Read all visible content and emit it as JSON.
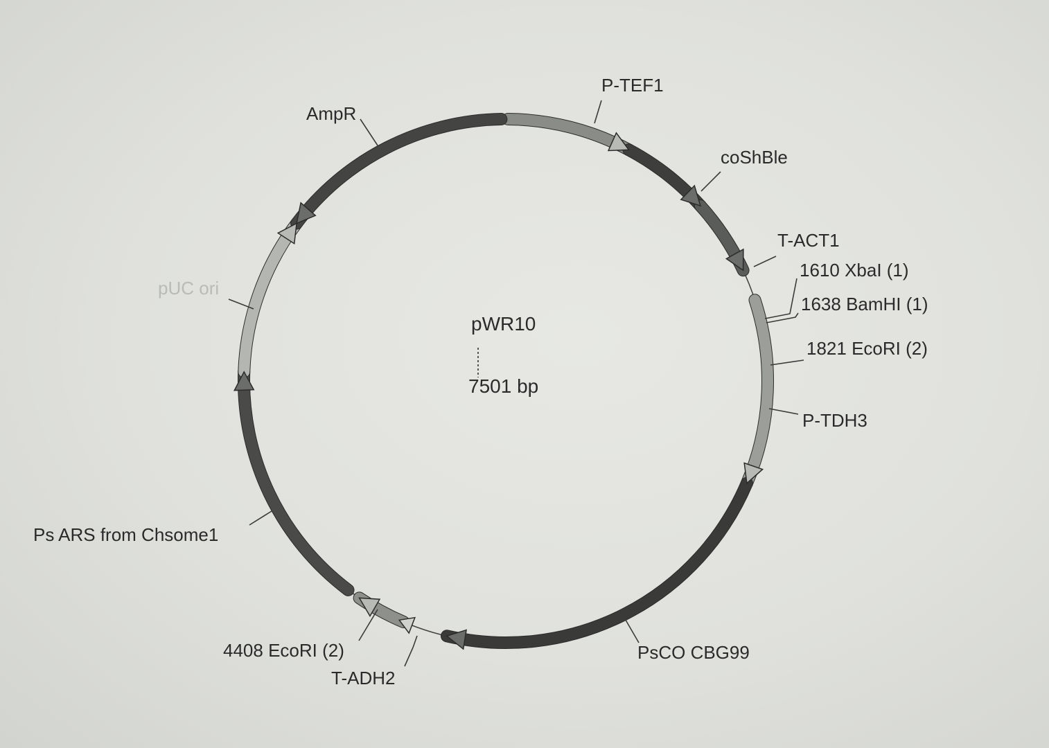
{
  "plasmid": {
    "name": "pWR10",
    "size": "7501 bp"
  },
  "features": [
    {
      "label": "P-TEF1",
      "color": "#8a8c88",
      "faint": false
    },
    {
      "label": "coShBle",
      "color": "#3e3f3d",
      "faint": false
    },
    {
      "label": "T-ACT1",
      "color": "#5a5c59",
      "faint": false
    },
    {
      "label": "P-TDH3",
      "color": "#9c9e9a",
      "faint": false
    },
    {
      "label": "PsCO CBG99",
      "color": "#3a3b39",
      "faint": false
    },
    {
      "label": "T-ADH2",
      "color": "#8e908c",
      "faint": false
    },
    {
      "label": "Ps ARS from Chsome1",
      "color": "#4a4b49",
      "faint": false
    },
    {
      "label": "pUC ori",
      "color": "#b4b6b2",
      "faint": true
    },
    {
      "label": "AmpR",
      "color": "#444543",
      "faint": false
    }
  ],
  "sites": [
    {
      "label": "1610 XbaI (1)"
    },
    {
      "label": "1638 BamHI (1)"
    },
    {
      "label": "1821 EcoRI (2)"
    },
    {
      "label": "4408 EcoRI (2)"
    }
  ]
}
